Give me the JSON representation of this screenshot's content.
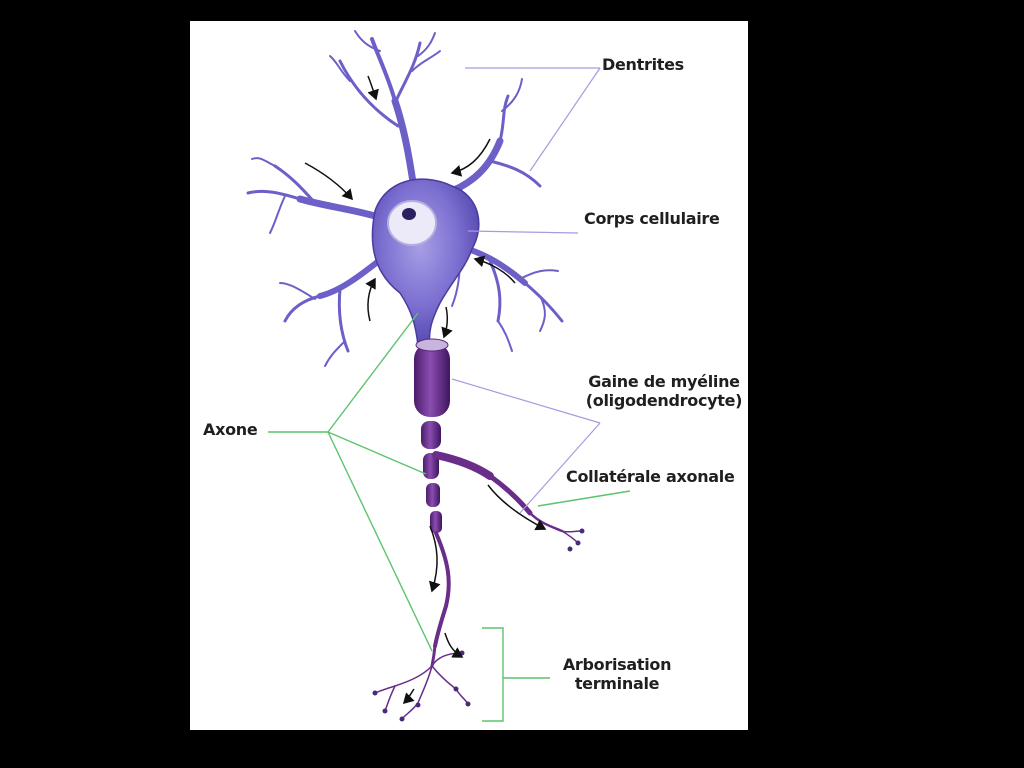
{
  "labels": {
    "dentrites": "Dentrites",
    "corps_cellulaire": "Corps cellulaire",
    "gaine_line1": "Gaine de myéline",
    "gaine_line2": "(oligodendrocyte)",
    "axone": "Axone",
    "collaterale": "Collatérale axonale",
    "arborisation_line1": "Arborisation",
    "arborisation_line2": "terminale"
  },
  "colors": {
    "page_background": "#000000",
    "slide_background": "#ffffff",
    "neuron_fill": "#7b6fd0",
    "neuron_dark": "#4a3b9e",
    "myelin": "#6a2e8a",
    "leader_purple": "#a99adf",
    "leader_green": "#5cc46c",
    "label_text": "#1f1f1f",
    "arrow": "#111111"
  },
  "icons": [
    "flow-arrow-icon"
  ]
}
